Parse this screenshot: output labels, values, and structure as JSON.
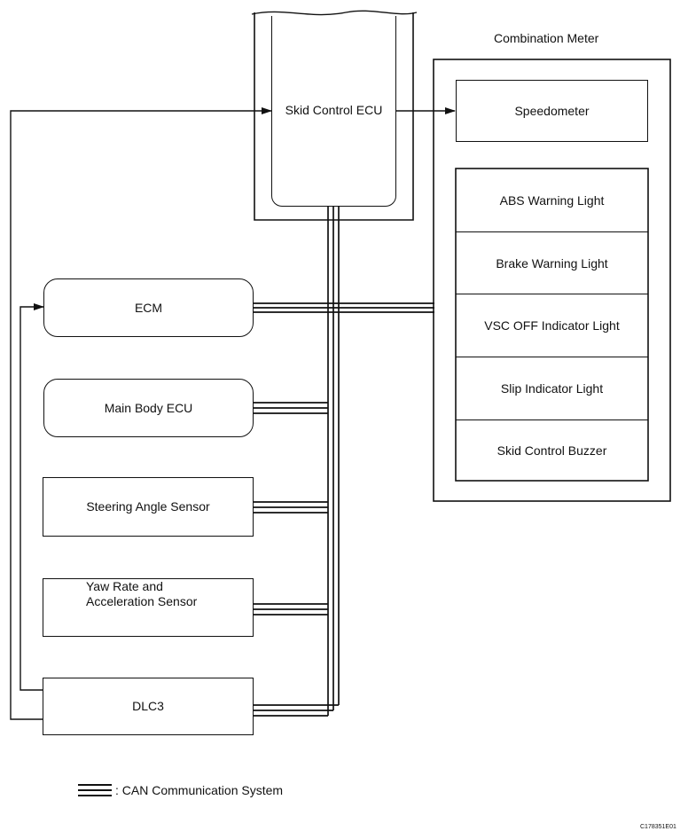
{
  "skid_ecu": {
    "label": "Skid Control ECU"
  },
  "combination_meter": {
    "title": "Combination Meter",
    "speedometer": "Speedometer",
    "lights": [
      "ABS Warning Light",
      "Brake Warning Light",
      "VSC OFF Indicator Light",
      "Slip Indicator Light",
      "Skid Control Buzzer"
    ]
  },
  "modules": {
    "ecm": "ECM",
    "main_body_ecu": "Main Body ECU",
    "steering_angle_sensor": "Steering Angle Sensor",
    "yaw_rate_line1": "Yaw Rate and",
    "yaw_rate_line2": "Acceleration Sensor",
    "dlc3": "DLC3"
  },
  "legend": {
    "label": ": CAN Communication System"
  },
  "figure_id": "C178351E01"
}
